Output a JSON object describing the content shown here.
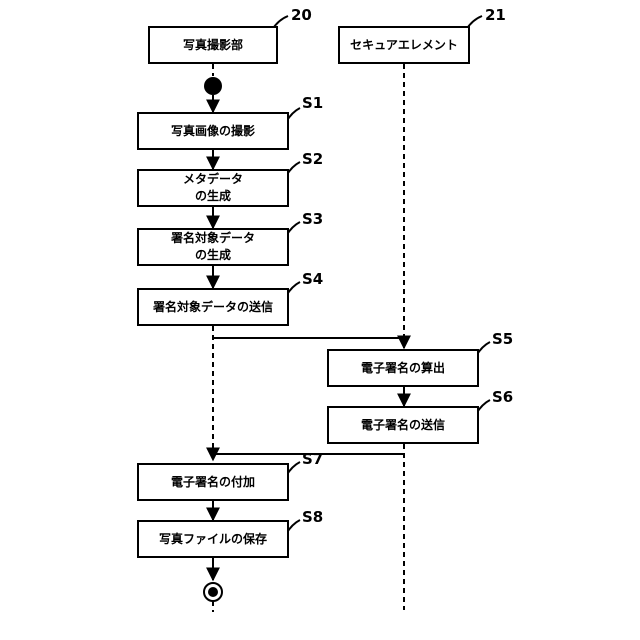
{
  "lanes": {
    "camera": {
      "label": "写真撮影部",
      "ref": "20"
    },
    "secure": {
      "label": "セキュアエレメント",
      "ref": "21"
    }
  },
  "steps": {
    "s1": {
      "label": "写真画像の撮影",
      "ref": "S1"
    },
    "s2": {
      "label": "メタデータ\nの生成",
      "ref": "S2"
    },
    "s3": {
      "label": "署名対象データ\nの生成",
      "ref": "S3"
    },
    "s4": {
      "label": "署名対象データの送信",
      "ref": "S4"
    },
    "s5": {
      "label": "電子署名の算出",
      "ref": "S5"
    },
    "s6": {
      "label": "電子署名の送信",
      "ref": "S6"
    },
    "s7": {
      "label": "電子署名の付加",
      "ref": "S7"
    },
    "s8": {
      "label": "写真ファイルの保存",
      "ref": "S8"
    }
  }
}
